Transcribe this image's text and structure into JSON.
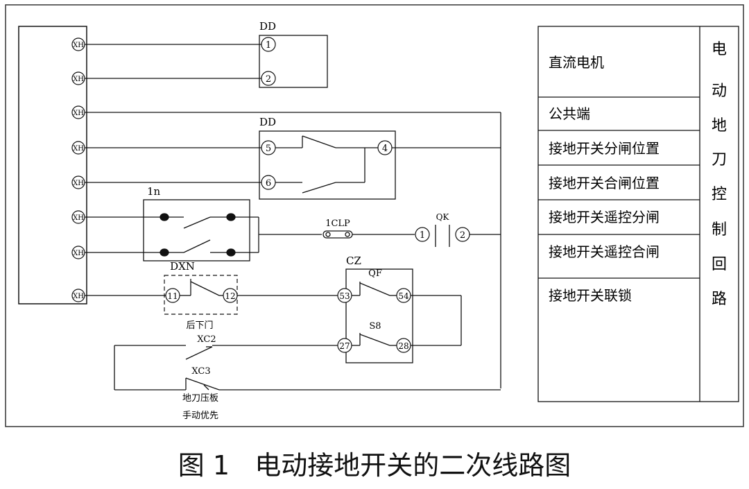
{
  "terminal_label": "XH",
  "devices": {
    "motor_block": "DD",
    "aux_block": "DD",
    "relay": "1n",
    "link_plate": "1CLP",
    "switch_qk": "QK",
    "door_switch": "DXN",
    "cz_block": "CZ",
    "contact_qf": "QF",
    "contact_s8": "S8",
    "contact_xc2": "XC2",
    "contact_xc3": "XC3"
  },
  "pins": {
    "dd1": "1",
    "dd2": "2",
    "dd5": "5",
    "dd6": "6",
    "dd4": "4",
    "qk1": "1",
    "qk2": "2",
    "dxn11": "11",
    "dxn12": "12",
    "cz53": "53",
    "cz54": "54",
    "cz27": "27",
    "cz28": "28"
  },
  "notes": {
    "rear_door": "后下门",
    "press_plate": "地刀压板",
    "manual_priority": "手动优先"
  },
  "legend": {
    "rows": [
      "直流电机",
      "公共端",
      "接地开关分闸位置",
      "接地开关合闸位置",
      "接地开关遥控分闸",
      "接地开关遥控合闸",
      "接地开关联锁"
    ],
    "side_title": [
      "电",
      "动",
      "地",
      "刀",
      "控",
      "制",
      "回",
      "路"
    ]
  },
  "caption": "图 1   电动接地开关的二次线路图"
}
